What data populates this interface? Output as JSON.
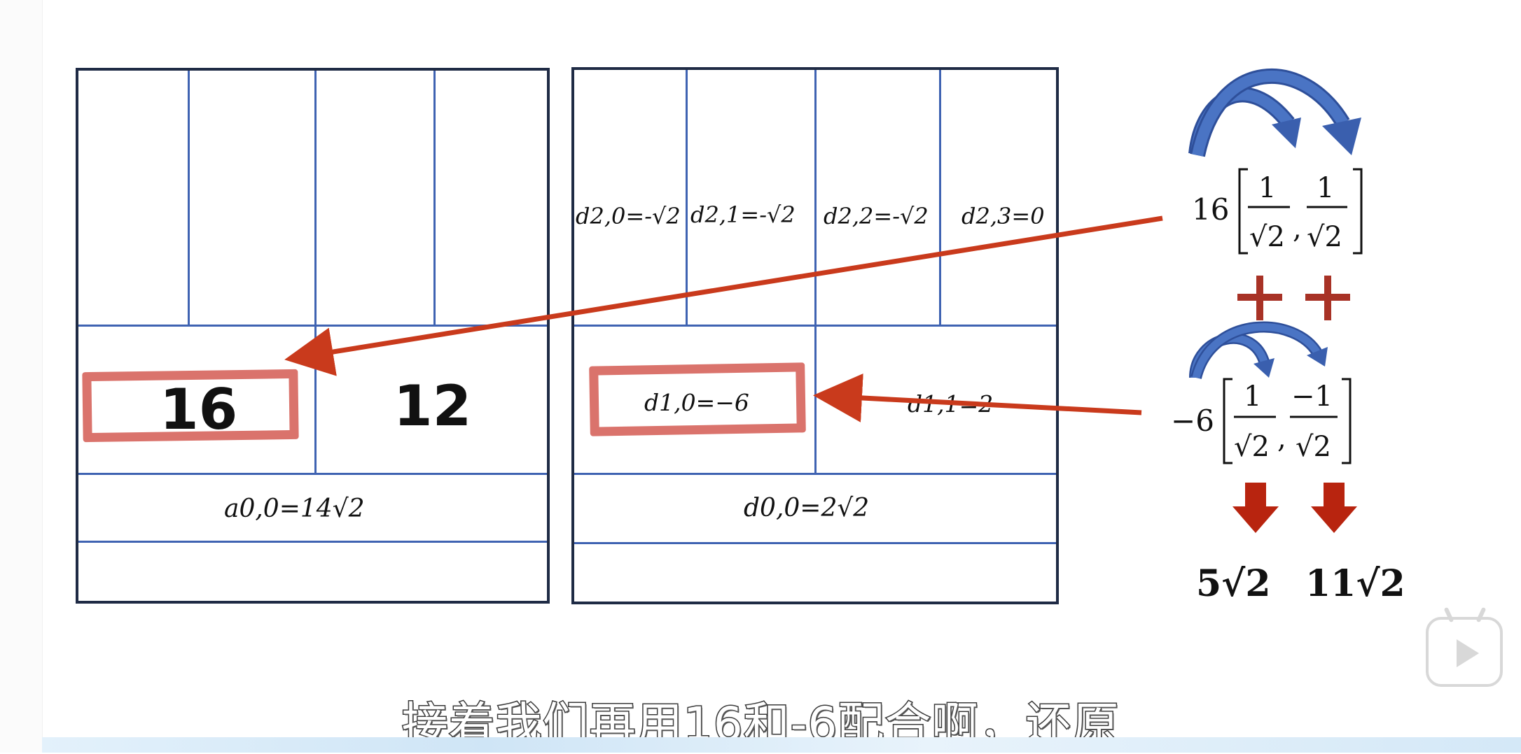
{
  "left_panel": {
    "cells": {
      "big_left": "16",
      "big_right": "12",
      "coef": "a0,0=14√2"
    }
  },
  "right_panel": {
    "cells": {
      "d20": "d2,0=-√2",
      "d21": "d2,1=-√2",
      "d22": "d2,2=-√2",
      "d23": "d2,3=0",
      "d10": "d1,0=−6",
      "d11": "d1,1=2",
      "d00": "d0,0=2√2"
    }
  },
  "annotation": {
    "row1": {
      "coef": "16",
      "n1": "1",
      "d1": "√2",
      "n2": "1",
      "d2": "√2"
    },
    "plus": "+",
    "row2": {
      "coef": "−6",
      "n1": "1",
      "d1": "√2",
      "n2": "−1",
      "d2": "√2"
    },
    "results": [
      "5√2",
      "11√2"
    ]
  },
  "subtitle": "接着我们再用16和-6配合啊，还原",
  "colors": {
    "frame": "#1f2b45",
    "grid": "#3f63b2",
    "arrow_red": "#c93a1c",
    "highlight": "#d35a52",
    "curve_blue": "#3a5fae",
    "result_arrow": "#b8240f",
    "plus": "#a83226"
  },
  "icons": [
    "play-icon"
  ]
}
